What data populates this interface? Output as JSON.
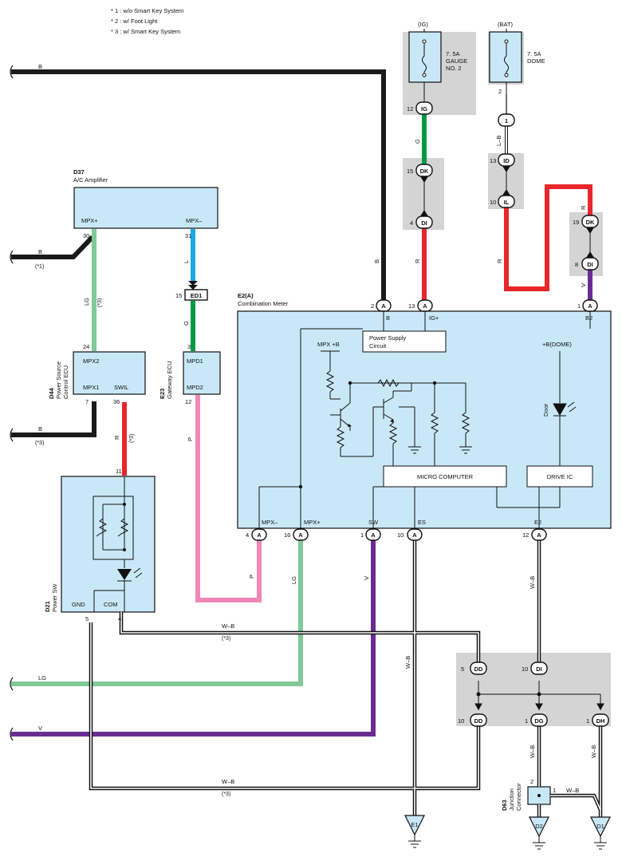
{
  "notes": [
    "* 1 : w/o Smart Key System",
    "* 2 : w/ Foot Light",
    "* 3 : w/ Smart Key System"
  ],
  "fuses": {
    "ig_tag": "(IG)",
    "ig_label_1": "7. 5A",
    "ig_label_2": "GAUGE",
    "ig_label_3": "NO. 2",
    "bat_tag": "(BAT)",
    "bat_label_1": "7. 5A",
    "bat_label_2": "DOME"
  },
  "components": {
    "d37_code": "D37",
    "d37_name": "A/C Amplifier",
    "d37_mpx_plus": "MPX+",
    "d37_mpx_minus": "MPX–",
    "d44_code": "D44",
    "d44_name_1": "Power Source",
    "d44_name_2": "Control ECU",
    "d44_mpx2": "MPX2",
    "d44_mpx1": "MPX1",
    "d44_swil": "SWIL",
    "e23_code": "E23",
    "e23_name": "Gateway ECU",
    "e23_mpd1": "MPD1",
    "e23_mpd2": "MPD2",
    "e2_code": "E2(A)",
    "e2_name": "Combination Meter",
    "e2_b": "B",
    "e2_igp": "IG+",
    "e2_b2": "B2",
    "e2_psc_1": "Power Supply",
    "e2_psc_2": "Circuit",
    "e2_mpxb": "MPX +B",
    "e2_bdome": "+B(DOME)",
    "e2_door": "Door",
    "e2_micro": "MICRO COMPUTER",
    "e2_drive": "DRIVE IC",
    "e2_mpx_minus": "MPX–",
    "e2_mpx_plus": "MPX+",
    "e2_sw": "SW",
    "e2_es": "ES",
    "e2_e2": "E2",
    "d21_code": "D21",
    "d21_name": "Power SW",
    "d21_gnd": "GND",
    "d21_com": "COM",
    "d63_code": "D63",
    "d63_name_1": "Junction",
    "d63_name_2": "Connector"
  },
  "connectors": {
    "ig": "IG",
    "dk": "DK",
    "di": "DI",
    "one": "1",
    "id": "ID",
    "il": "IL",
    "ed1": "ED1",
    "a": "A",
    "dd": "DD",
    "dg": "DG",
    "dh": "DH"
  },
  "pins": {
    "p12": "12",
    "p15": "15",
    "p4": "4",
    "p2": "2",
    "p13": "13",
    "p10": "10",
    "p19": "19",
    "p8": "8",
    "p1": "1",
    "p30": "30",
    "p31": "31",
    "p3": "3",
    "p24": "24",
    "p7": "7",
    "p36": "36",
    "p11": "11",
    "p16": "16",
    "p5": "5"
  },
  "wires": {
    "b": "B",
    "g": "G",
    "r": "R",
    "lb": "L–B",
    "v": "V",
    "l": "L",
    "lg": "LG",
    "p": "P",
    "wb": "W–B"
  },
  "marks": {
    "s1": "(*1)",
    "s3": "(*3)"
  },
  "grounds": {
    "e1": "E1",
    "d2": "D2",
    "d1": "D1"
  },
  "colors": {
    "black": "#1a1a1a",
    "green": "#009a44",
    "red": "#e8262b",
    "violet": "#6a2c91",
    "blue": "#1ea7e0",
    "lightgreen": "#7fca96",
    "pink": "#ef87b8",
    "box": "#c9e8f7",
    "shade": "#d4d4d4"
  }
}
